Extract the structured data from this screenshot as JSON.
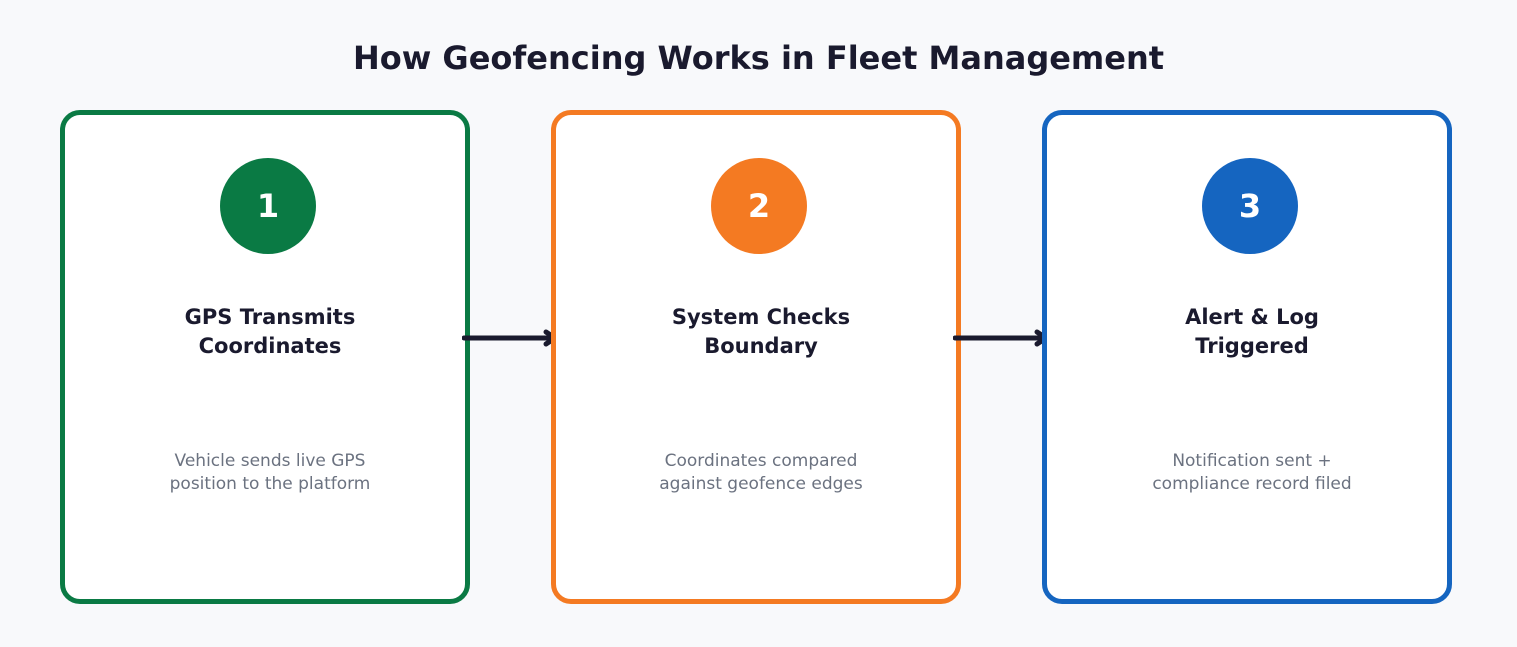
{
  "title": "How Geofencing Works in Fleet Management",
  "steps": [
    {
      "number": "1",
      "heading": "GPS Transmits\nCoordinates",
      "description": "Vehicle sends live GPS\nposition to the platform",
      "color": "#0a7a44"
    },
    {
      "number": "2",
      "heading": "System Checks\nBoundary",
      "description": "Coordinates compared\nagainst geofence edges",
      "color": "#f47a22"
    },
    {
      "number": "3",
      "heading": "Alert & Log\nTriggered",
      "description": "Notification sent +\ncompliance record filed",
      "color": "#1565c0"
    }
  ],
  "arrow_color": "#1a1a2e"
}
